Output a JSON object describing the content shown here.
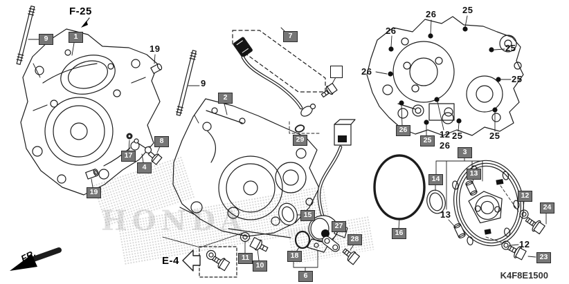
{
  "diagram": {
    "code": "K4F8E1500",
    "cross_reference_top": "F-25",
    "cross_reference_bottom": "E-4",
    "front_marker": "FR.",
    "watermark_text": "HONDA"
  },
  "colors": {
    "line_art": "#1c1c1c",
    "callout_box_fill": "#767676",
    "callout_box_border": "#2b2b2b",
    "callout_box_text": "#ffffff",
    "background": "#ffffff",
    "watermark": "#8a8a8a"
  },
  "boxed_callouts": [
    {
      "num": "9"
    },
    {
      "num": "1"
    },
    {
      "num": "7"
    },
    {
      "num": "2"
    },
    {
      "num": "8"
    },
    {
      "num": "17"
    },
    {
      "num": "4"
    },
    {
      "num": "19"
    },
    {
      "num": "29"
    },
    {
      "num": "15"
    },
    {
      "num": "27"
    },
    {
      "num": "28"
    },
    {
      "num": "18"
    },
    {
      "num": "11"
    },
    {
      "num": "10"
    },
    {
      "num": "6"
    },
    {
      "num": "16"
    },
    {
      "num": "26"
    },
    {
      "num": "25"
    },
    {
      "num": "3"
    },
    {
      "num": "14"
    },
    {
      "num": "13"
    },
    {
      "num": "12"
    },
    {
      "num": "24"
    },
    {
      "num": "23"
    }
  ],
  "plain_callouts": [
    {
      "num": "19"
    },
    {
      "num": "9"
    },
    {
      "num": "26"
    },
    {
      "num": "26"
    },
    {
      "num": "26"
    },
    {
      "num": "25"
    },
    {
      "num": "25"
    },
    {
      "num": "25"
    },
    {
      "num": "12"
    },
    {
      "num": "25"
    },
    {
      "num": "26"
    },
    {
      "num": "25"
    },
    {
      "num": "13"
    },
    {
      "num": "12"
    }
  ]
}
